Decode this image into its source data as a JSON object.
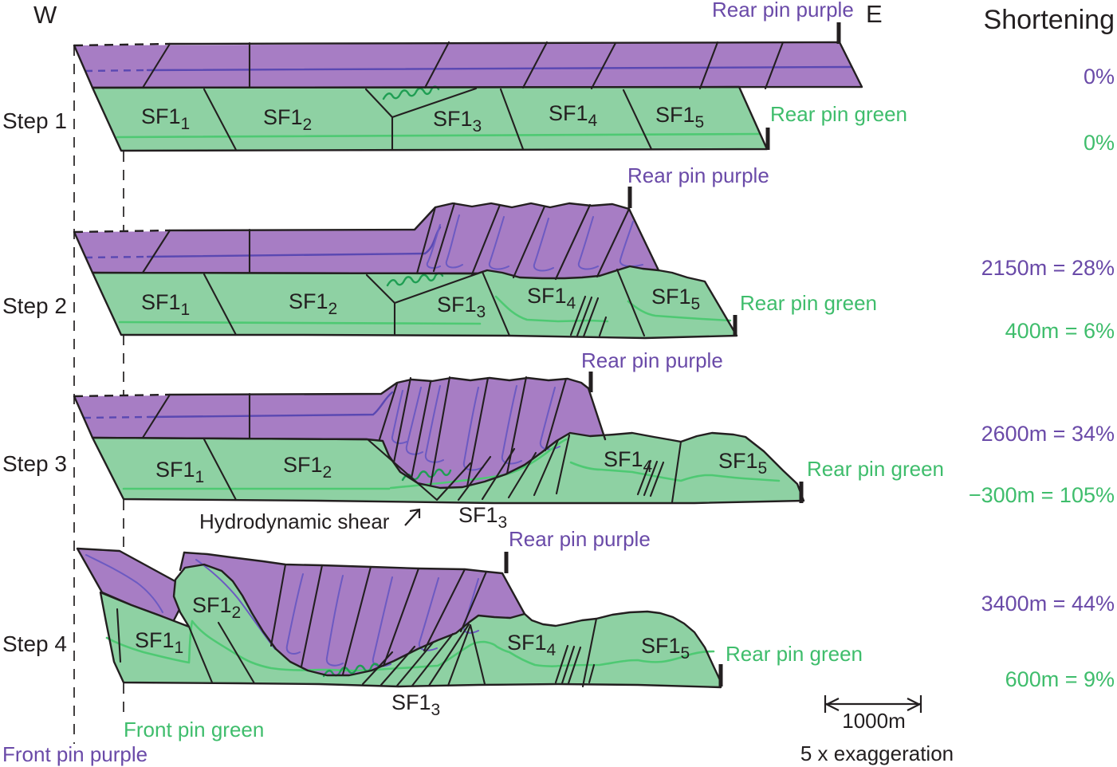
{
  "figure": {
    "west_label": "W",
    "east_label": "E",
    "shortening_heading": "Shortening",
    "hydrodynamic_shear_label": "Hydrodynamic shear",
    "front_pin_green_label": "Front pin green",
    "front_pin_purple_label": "Front pin purple",
    "scale_bar_label": "1000m",
    "exaggeration_label": "5 x exaggeration"
  },
  "colors": {
    "purple_fill": "#a77dc4",
    "purple_line": "#5a48b2",
    "purple_wiggle": "#6c5ac2",
    "purple_text": "#6a4aa8",
    "green_fill": "#8ed1a3",
    "green_line": "#4ec973",
    "green_dark": "#1f9e53",
    "green_text": "#3fbd6c",
    "ink": "#231f20"
  },
  "steps": [
    {
      "label": "Step 1",
      "rear_pin_purple": "Rear pin purple",
      "rear_pin_green": "Rear pin green",
      "shortening_purple": "0%",
      "shortening_green": "0%",
      "blocks": [
        {
          "main": "SF1",
          "sub": "1"
        },
        {
          "main": "SF1",
          "sub": "2"
        },
        {
          "main": "SF1",
          "sub": "3"
        },
        {
          "main": "SF1",
          "sub": "4"
        },
        {
          "main": "SF1",
          "sub": "5"
        }
      ]
    },
    {
      "label": "Step 2",
      "rear_pin_purple": "Rear pin purple",
      "rear_pin_green": "Rear pin green",
      "shortening_purple": "2150m = 28%",
      "shortening_green": "400m = 6%",
      "blocks": [
        {
          "main": "SF1",
          "sub": "1"
        },
        {
          "main": "SF1",
          "sub": "2"
        },
        {
          "main": "SF1",
          "sub": "3"
        },
        {
          "main": "SF1",
          "sub": "4"
        },
        {
          "main": "SF1",
          "sub": "5"
        }
      ]
    },
    {
      "label": "Step 3",
      "rear_pin_purple": "Rear pin purple",
      "rear_pin_green": "Rear pin green",
      "shortening_purple": "2600m = 34%",
      "shortening_green": "−300m = 105%",
      "blocks": [
        {
          "main": "SF1",
          "sub": "1"
        },
        {
          "main": "SF1",
          "sub": "2"
        },
        {
          "main": "SF1",
          "sub": "3"
        },
        {
          "main": "SF1",
          "sub": "4"
        },
        {
          "main": "SF1",
          "sub": "5"
        }
      ]
    },
    {
      "label": "Step 4",
      "rear_pin_purple": "Rear pin purple",
      "rear_pin_green": "Rear pin green",
      "shortening_purple": "3400m = 44%",
      "shortening_green": "600m = 9%",
      "blocks": [
        {
          "main": "SF1",
          "sub": "1"
        },
        {
          "main": "SF1",
          "sub": "2"
        },
        {
          "main": "SF1",
          "sub": "3"
        },
        {
          "main": "SF1",
          "sub": "4"
        },
        {
          "main": "SF1",
          "sub": "5"
        }
      ]
    }
  ]
}
